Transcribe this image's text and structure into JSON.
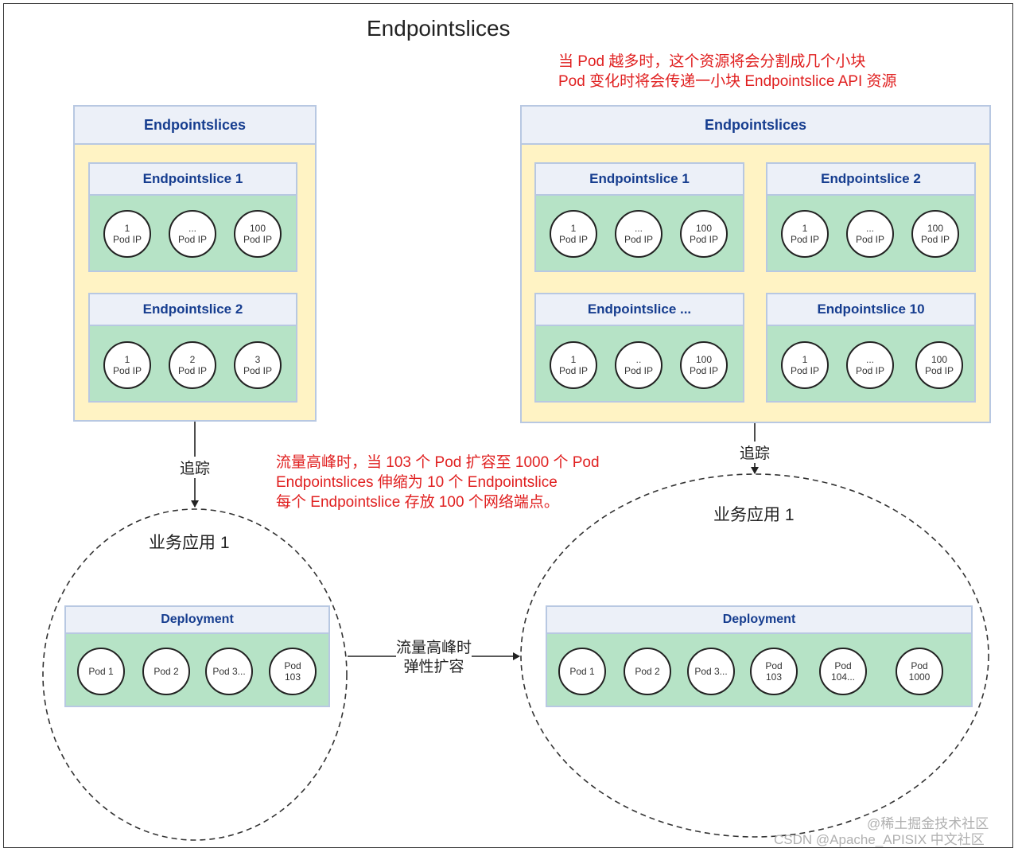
{
  "title": "Endpointslices",
  "note_top": [
    "当 Pod 越多时，这个资源将会分割成几个小块",
    "Pod 变化时将会传递一小块 Endpointslice API 资源"
  ],
  "note_mid": [
    "流量高峰时，当 103 个 Pod 扩容至 1000 个 Pod",
    "Endpointslices 伸缩为 10 个 Endpointslice",
    "每个 Endpointslice 存放 100 个网络端点。"
  ],
  "left": {
    "group_title": "Endpointslices",
    "slices": [
      {
        "title": "Endpointslice 1",
        "pods": [
          [
            "1",
            "Pod IP"
          ],
          [
            "...",
            "Pod IP"
          ],
          [
            "100",
            "Pod IP"
          ]
        ]
      },
      {
        "title": "Endpointslice 2",
        "pods": [
          [
            "1",
            "Pod IP"
          ],
          [
            "2",
            "Pod IP"
          ],
          [
            "3",
            "Pod IP"
          ]
        ]
      }
    ],
    "track_label": "追踪",
    "app_label": "业务应用 1",
    "deployment_title": "Deployment",
    "deployment_pods": [
      [
        "Pod 1"
      ],
      [
        "Pod 2"
      ],
      [
        "Pod 3..."
      ],
      [
        "Pod",
        "103"
      ]
    ]
  },
  "right": {
    "group_title": "Endpointslices",
    "slices": [
      {
        "title": "Endpointslice 1",
        "pods": [
          [
            "1",
            "Pod IP"
          ],
          [
            "...",
            "Pod IP"
          ],
          [
            "100",
            "Pod IP"
          ]
        ]
      },
      {
        "title": "Endpointslice 2",
        "pods": [
          [
            "1",
            "Pod IP"
          ],
          [
            "...",
            "Pod IP"
          ],
          [
            "100",
            "Pod IP"
          ]
        ]
      },
      {
        "title": "Endpointslice ...",
        "pods": [
          [
            "1",
            "Pod IP"
          ],
          [
            "..",
            "Pod IP"
          ],
          [
            "100",
            "Pod IP"
          ]
        ]
      },
      {
        "title": "Endpointslice 10",
        "pods": [
          [
            "1",
            "Pod IP"
          ],
          [
            "...",
            "Pod IP"
          ],
          [
            "100",
            "Pod IP"
          ]
        ]
      }
    ],
    "track_label": "追踪",
    "app_label": "业务应用 1",
    "deployment_title": "Deployment",
    "deployment_pods": [
      [
        "Pod 1"
      ],
      [
        "Pod 2"
      ],
      [
        "Pod 3..."
      ],
      [
        "Pod",
        "103"
      ],
      [
        "Pod",
        "104..."
      ],
      [
        "Pod",
        "1000"
      ]
    ]
  },
  "scale_label": [
    "流量高峰时",
    "弹性扩容"
  ],
  "watermark": [
    "@稀土掘金技术社区",
    "CSDN @Apache_APISIX 中文社区"
  ]
}
